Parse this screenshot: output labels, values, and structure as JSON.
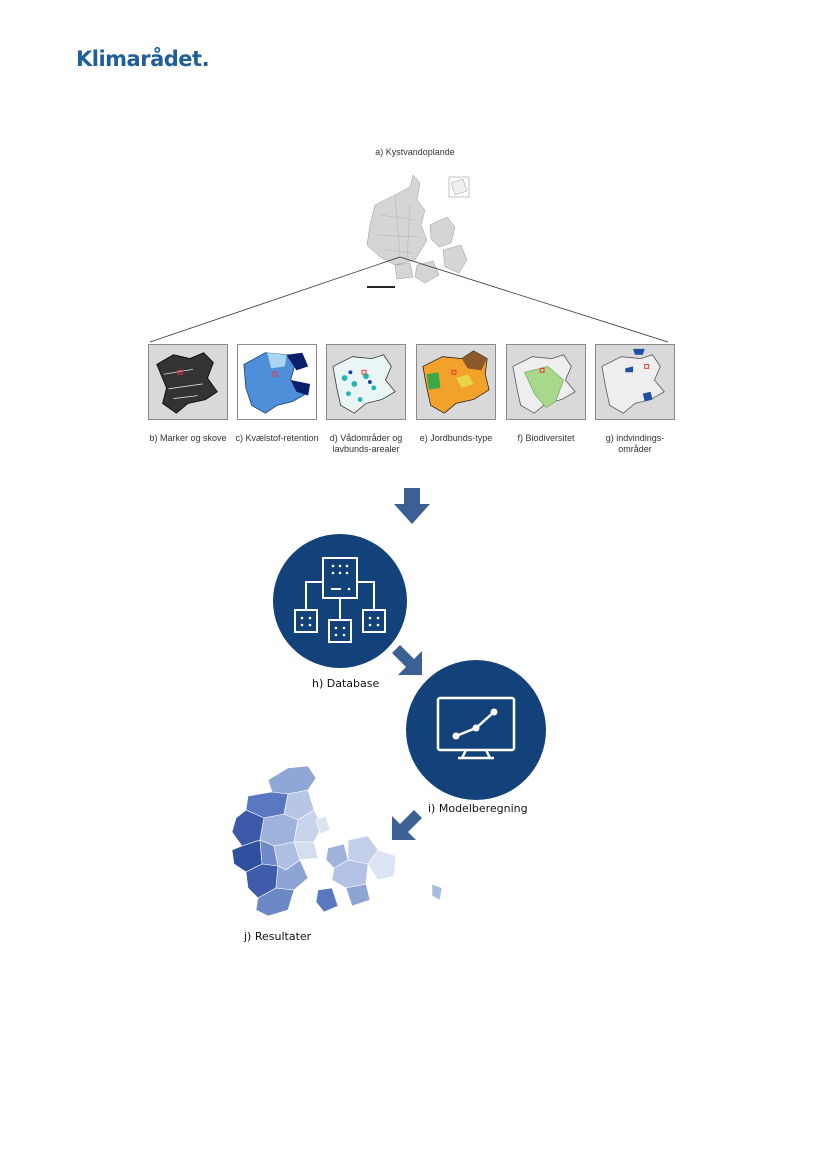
{
  "header": {
    "logo_text": "Klimarådet."
  },
  "colors": {
    "brand": "#1f5f99",
    "circle": "#13427a",
    "arrow": "#3c5f94",
    "map_grey": "#d3d3d3"
  },
  "top_map": {
    "caption": "a) Kystvandoplande"
  },
  "thumbnails": [
    {
      "caption": "b) Marker og skove"
    },
    {
      "caption": "c) Kvælstof-retention"
    },
    {
      "caption": "d) Vådområder og lavbunds-arealer"
    },
    {
      "caption": "e) Jordbunds-type"
    },
    {
      "caption": "f) Biodiversitet"
    },
    {
      "caption": "g) indvindings-områder"
    }
  ],
  "flow": {
    "database_label": "h) Database",
    "model_label": "i) Modelberegning",
    "results_label": "j) Resultater"
  },
  "icons": {
    "database": "database-hierarchy-icon",
    "model": "monitor-line-chart-icon",
    "arrow": "arrow-down-icon"
  }
}
